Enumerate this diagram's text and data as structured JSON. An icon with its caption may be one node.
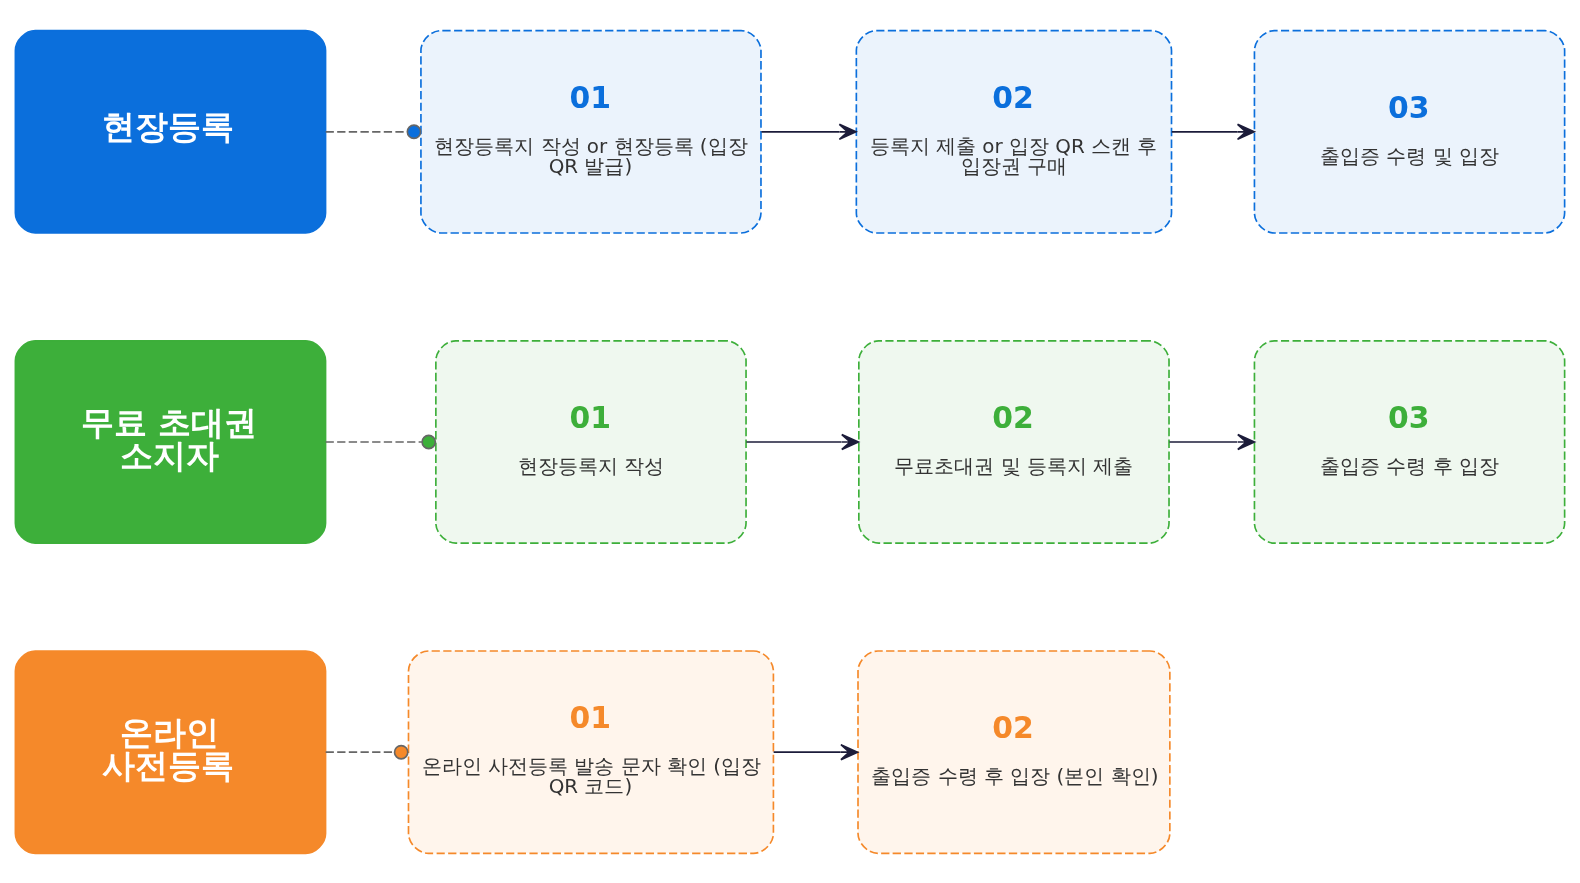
{
  "diagram": {
    "nodes": [
      {
        "text": [
          "온라인 사전등록"
        ]
      },
      {
        "text": [
          "01",
          "온라인 사전등록 발송 문자 확인 (입장 QR 코드)"
        ]
      },
      {
        "text": [
          "02",
          "출입증 수령 후 입장 (본인 확인)"
        ]
      },
      {
        "text": [
          "무료 초대권 소지자"
        ]
      },
      {
        "text": [
          "01",
          "현장등록지 작성"
        ]
      },
      {
        "text": [
          "02",
          "무료초대권 및 등록지 제출"
        ]
      },
      {
        "text": [
          "03",
          "출입증 수령 후 입장"
        ]
      },
      {
        "text": [
          "현장등록"
        ]
      },
      {
        "text": [
          "01",
          "현장등록지 작성 or 현장등록 (입장 QR 발급)"
        ]
      },
      {
        "text": [
          "02",
          "등록지 제출 or 입장 QR 스캔 후 입장권 구매"
        ]
      },
      {
        "text": [
          "03",
          "출입증 수령 및 입장"
        ]
      }
    ],
    "edges": [
      {
        "from": 0,
        "to": 1,
        "arrow": "other",
        "style": "dashed",
        "color": "#666666"
      },
      {
        "from": 1,
        "to": 2,
        "arrow": "to"
      },
      {
        "from": 3,
        "to": 4,
        "arrow": "other",
        "style": "dashed",
        "color": "#666666"
      },
      {
        "from": 4,
        "to": 5,
        "arrow": "to"
      },
      {
        "from": 5,
        "to": 6,
        "arrow": "to"
      },
      {
        "from": 7,
        "to": 8,
        "arrow": "other",
        "style": "dashed",
        "color": "#666666"
      },
      {
        "from": 8,
        "to": 9,
        "arrow": "to"
      },
      {
        "from": 9,
        "to": 10,
        "arrow": "to"
      }
    ]
  }
}
